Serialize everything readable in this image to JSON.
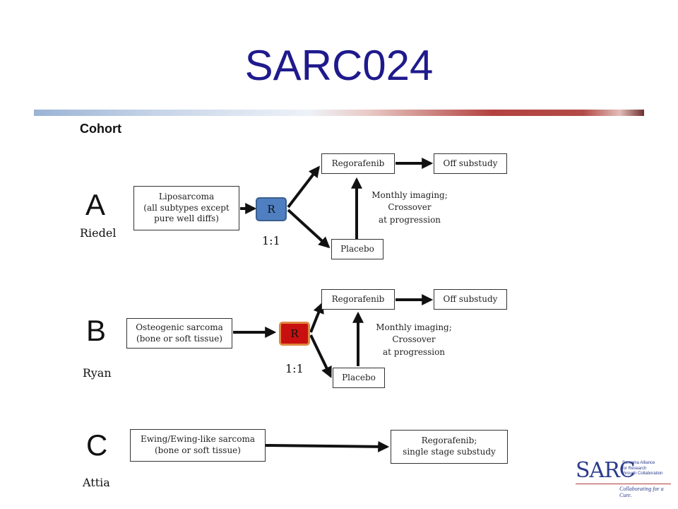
{
  "title": "SARC024",
  "cohort_label": "Cohort",
  "colors": {
    "title": "#1f1a8c",
    "r_node_a": "#4f7fc0",
    "r_node_b": "#c81010",
    "r_node_b_border": "#e08840"
  },
  "cohort_a": {
    "letter": "A",
    "investigator": "Riedel",
    "population": "Liposarcoma\n(all subtypes except\npure well diffs)",
    "randomize": "R",
    "ratio": "1:1",
    "arm_drug": "Regorafenib",
    "arm_placebo": "Placebo",
    "off_study": "Off substudy",
    "crossover_note": "Monthly imaging;\nCrossover\nat progression"
  },
  "cohort_b": {
    "letter": "B",
    "investigator": "Ryan",
    "population": "Osteogenic sarcoma\n(bone or soft tissue)",
    "randomize": "R",
    "ratio": "1:1",
    "arm_drug": "Regorafenib",
    "arm_placebo": "Placebo",
    "off_study": "Off substudy",
    "crossover_note": "Monthly imaging;\nCrossover\nat progression"
  },
  "cohort_c": {
    "letter": "C",
    "investigator": "Attia",
    "population": "Ewing/Ewing-like sarcoma\n(bone or soft tissue)",
    "treatment": "Regorafenib;\nsingle stage substudy"
  },
  "logo": {
    "name": "SARC",
    "subtitle": "Sarcoma Alliance\nfor Research\nthrough Collaboration",
    "tagline": "Collaborating for a Cure."
  }
}
